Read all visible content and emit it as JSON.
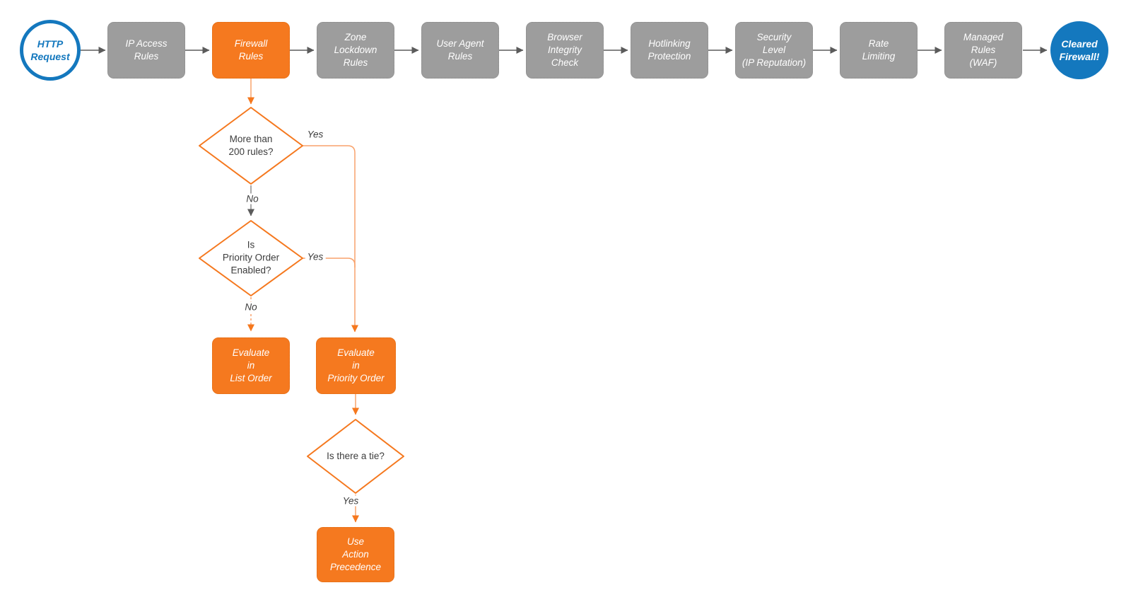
{
  "diagram": {
    "start": {
      "label": "HTTP\nRequest"
    },
    "end": {
      "label": "Cleared\nFirewall!"
    },
    "stages": [
      {
        "label": "IP Access\nRules"
      },
      {
        "label": "Firewall\nRules"
      },
      {
        "label": "Zone\nLockdown\nRules"
      },
      {
        "label": "User Agent\nRules"
      },
      {
        "label": "Browser\nIntegrity\nCheck"
      },
      {
        "label": "Hotlinking\nProtection"
      },
      {
        "label": "Security\nLevel\n(IP Reputation)"
      },
      {
        "label": "Rate\nLimiting"
      },
      {
        "label": "Managed\nRules\n(WAF)"
      }
    ],
    "decisions": {
      "rules200": {
        "label": "More than\n200 rules?",
        "yes": "Yes",
        "no": "No"
      },
      "priority": {
        "label": "Is\nPriority Order\nEnabled?",
        "yes": "Yes",
        "no": "No"
      },
      "tie": {
        "label": "Is there a tie?",
        "yes": "Yes"
      }
    },
    "actions": {
      "list_order": {
        "label": "Evaluate\nin\nList Order"
      },
      "priority_order": {
        "label": "Evaluate\nin\nPriority Order"
      },
      "precedence": {
        "label": "Use\nAction\nPrecedence"
      }
    },
    "colors": {
      "stage_gray": "#9D9D9D",
      "accent_orange": "#F5791F",
      "connector_orange": "#F9A26B",
      "arrowhead_orange": "#F5781E",
      "brand_blue": "#1478BE",
      "connector_gray": "#5B5B5B",
      "text_dark": "#3D3D3D"
    }
  }
}
